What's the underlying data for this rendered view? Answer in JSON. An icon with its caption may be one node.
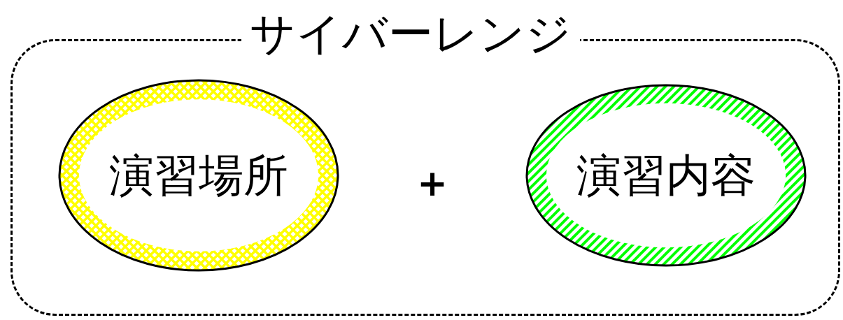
{
  "diagram": {
    "nodes": [
      {
        "text": [
          "サイバーレンジ"
        ]
      },
      {
        "text": [
          "演習場所"
        ],
        "in": 0
      },
      {
        "text": [
          "演習内容"
        ],
        "in": 0
      }
    ],
    "labels": [
      "+"
    ]
  }
}
